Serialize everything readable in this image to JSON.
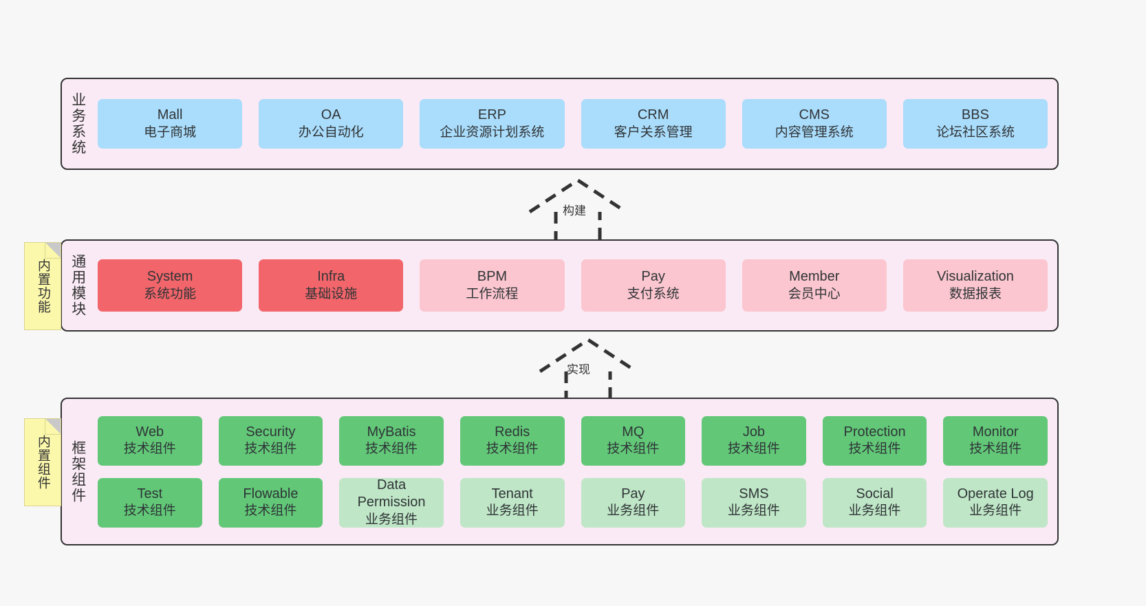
{
  "diagram": {
    "background_color": "#f7f7f7",
    "band_color": "#faeaf5",
    "border_color": "#333333",
    "palette": {
      "blue": "#aadcfb",
      "red": "#f2656a",
      "pink": "#fbc6cf",
      "green": "#62c878",
      "light_green": "#bfe6c6",
      "note_yellow": "#fbf8ac"
    }
  },
  "notes": [
    {
      "label": "内置功能"
    },
    {
      "label": "内置组件"
    }
  ],
  "connectors": [
    {
      "label": "构建",
      "style": "dashed-hollow-triangle-up"
    },
    {
      "label": "实现",
      "style": "dashed-hollow-triangle-up"
    }
  ],
  "layers": [
    {
      "title": "业务系统",
      "rows": [
        {
          "cards": [
            {
              "title": "Mall",
              "sub": "电子商城",
              "color": "blue"
            },
            {
              "title": "OA",
              "sub": "办公自动化",
              "color": "blue"
            },
            {
              "title": "ERP",
              "sub": "企业资源计划系统",
              "color": "blue"
            },
            {
              "title": "CRM",
              "sub": "客户关系管理",
              "color": "blue"
            },
            {
              "title": "CMS",
              "sub": "内容管理系统",
              "color": "blue"
            },
            {
              "title": "BBS",
              "sub": "论坛社区系统",
              "color": "blue"
            }
          ]
        }
      ]
    },
    {
      "title": "通用模块",
      "rows": [
        {
          "cards": [
            {
              "title": "System",
              "sub": "系统功能",
              "color": "red"
            },
            {
              "title": "Infra",
              "sub": "基础设施",
              "color": "red"
            },
            {
              "title": "BPM",
              "sub": "工作流程",
              "color": "pink"
            },
            {
              "title": "Pay",
              "sub": "支付系统",
              "color": "pink"
            },
            {
              "title": "Member",
              "sub": "会员中心",
              "color": "pink"
            },
            {
              "title": "Visualization",
              "sub": "数据报表",
              "color": "pink"
            }
          ]
        }
      ]
    },
    {
      "title": "框架组件",
      "rows": [
        {
          "cards": [
            {
              "title": "Web",
              "sub": "技术组件",
              "color": "green"
            },
            {
              "title": "Security",
              "sub": "技术组件",
              "color": "green"
            },
            {
              "title": "MyBatis",
              "sub": "技术组件",
              "color": "green"
            },
            {
              "title": "Redis",
              "sub": "技术组件",
              "color": "green"
            },
            {
              "title": "MQ",
              "sub": "技术组件",
              "color": "green"
            },
            {
              "title": "Job",
              "sub": "技术组件",
              "color": "green"
            },
            {
              "title": "Protection",
              "sub": "技术组件",
              "color": "green"
            },
            {
              "title": "Monitor",
              "sub": "技术组件",
              "color": "green"
            }
          ]
        },
        {
          "cards": [
            {
              "title": "Test",
              "sub": "技术组件",
              "color": "green"
            },
            {
              "title": "Flowable",
              "sub": "技术组件",
              "color": "green"
            },
            {
              "title": "Data Permission",
              "sub": "业务组件",
              "color": "light_green"
            },
            {
              "title": "Tenant",
              "sub": "业务组件",
              "color": "light_green"
            },
            {
              "title": "Pay",
              "sub": "业务组件",
              "color": "light_green"
            },
            {
              "title": "SMS",
              "sub": "业务组件",
              "color": "light_green"
            },
            {
              "title": "Social",
              "sub": "业务组件",
              "color": "light_green"
            },
            {
              "title": "Operate Log",
              "sub": "业务组件",
              "color": "light_green"
            }
          ]
        }
      ]
    }
  ]
}
